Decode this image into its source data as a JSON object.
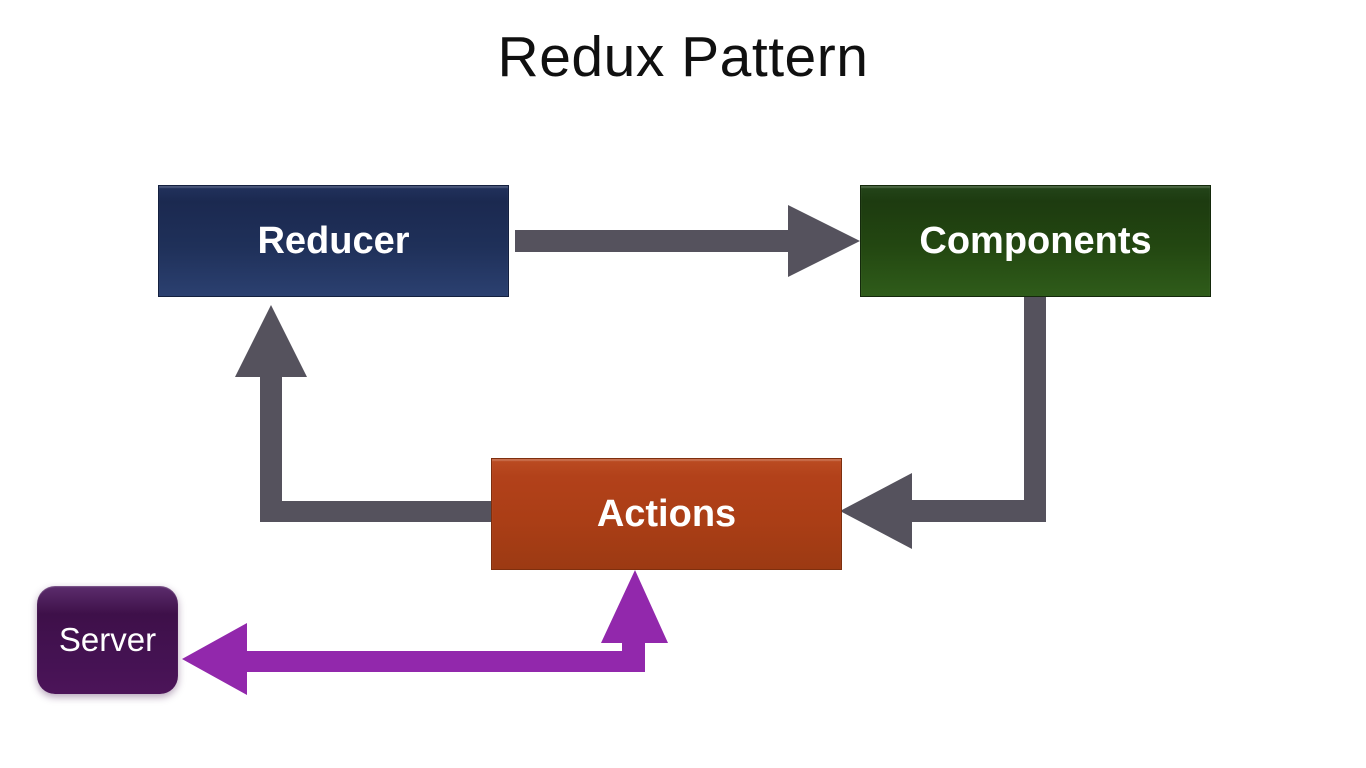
{
  "diagram": {
    "title": "Redux Pattern",
    "background_color": "#FFFFFF",
    "title_color": "#101010"
  },
  "nodes": [
    {
      "id": "reducer",
      "label": "Reducer",
      "shape": "rectangle",
      "color_top": "#1B2950",
      "color_bottom": "#2B4070",
      "text_color": "#FFFFFF"
    },
    {
      "id": "components",
      "label": "Components",
      "shape": "rectangle",
      "color_top": "#1D3B10",
      "color_bottom": "#2F5C1A",
      "text_color": "#FFFFFF"
    },
    {
      "id": "actions",
      "label": "Actions",
      "shape": "rectangle",
      "color_top": "#B2411A",
      "color_bottom": "#9C3A13",
      "text_color": "#FFFFFF"
    },
    {
      "id": "server",
      "label": "Server",
      "shape": "rounded-rectangle",
      "color_top": "#3E1049",
      "color_bottom": "#4C1459",
      "text_color": "#FFFFFF"
    }
  ],
  "edges": [
    {
      "name": "reducer-to-components",
      "from": "Reducer",
      "to": "Components",
      "style": "straight-right",
      "color": "#55525D"
    },
    {
      "name": "components-to-actions",
      "from": "Components",
      "to": "Actions",
      "style": "elbow-down-left",
      "color": "#55525D"
    },
    {
      "name": "actions-to-reducer",
      "from": "Actions",
      "to": "Reducer",
      "style": "elbow-left-up",
      "color": "#55525D"
    },
    {
      "name": "actions-to-server",
      "from": "Actions",
      "to": "Server",
      "style": "elbow-double-headed",
      "color": "#9228AC"
    }
  ]
}
